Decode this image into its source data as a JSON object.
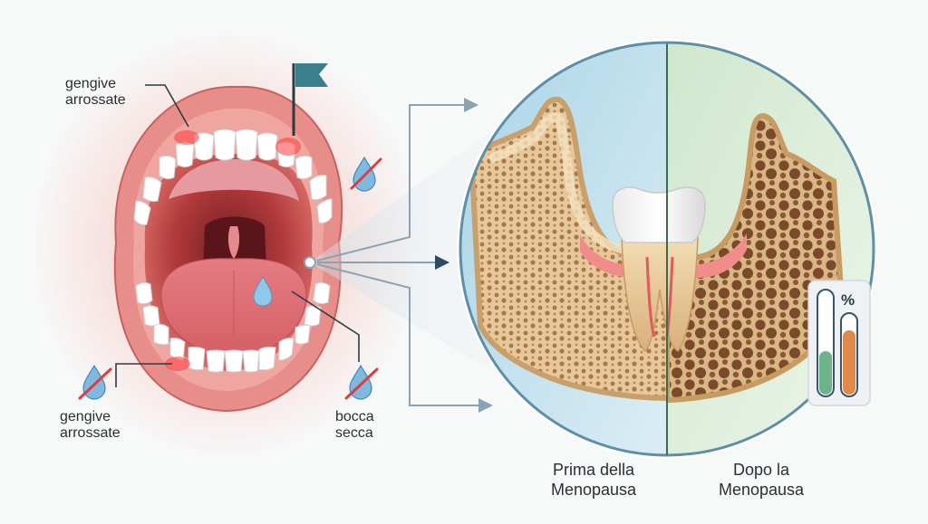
{
  "labels": {
    "top_left": [
      "gengive",
      "arrossate"
    ],
    "bottom_left": [
      "gengive",
      "arrossate"
    ],
    "bottom_right": [
      "bocca",
      "secca"
    ]
  },
  "comparison": {
    "before": [
      "Prima della",
      "Menopausa"
    ],
    "after": [
      "Dopo la",
      "Menopausa"
    ]
  },
  "gauge": {
    "symbol": "%",
    "before_level": 0.42,
    "after_level": 0.58
  },
  "colors": {
    "before_fill": "#6fb38a",
    "after_fill": "#e0894a",
    "gum_red": "#e8413f",
    "accent_teal": "#3a7f8c"
  },
  "icons": [
    "flag-icon",
    "droplet-icon",
    "no-saliva-icon"
  ]
}
